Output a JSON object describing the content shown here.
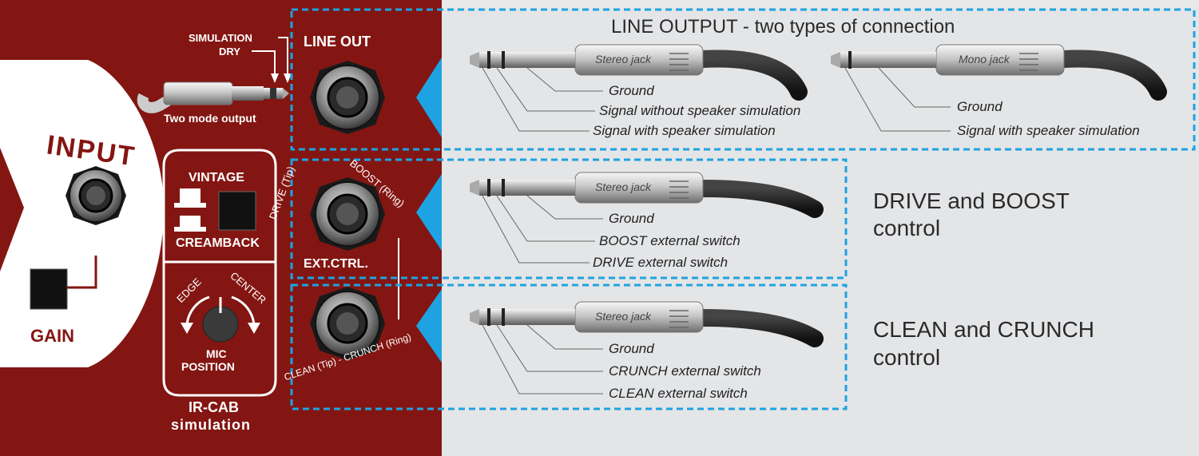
{
  "panel": {
    "input_label": "INPUT",
    "gain_label": "GAIN",
    "two_mode_label": "Two mode output",
    "simulation_label": "SIMULATION",
    "dry_label": "DRY",
    "line_out_label": "LINE OUT",
    "vintage_label": "VINTAGE",
    "creamback_label": "CREAMBACK",
    "edge_label": "EDGE",
    "center_label": "CENTER",
    "mic_label": "MIC",
    "position_label": "POSITION",
    "ircab_label": "IR-CAB",
    "simulation2_label": "simulation",
    "drive_tip_label": "DRIVE (Tip)",
    "boost_ring_label": "BOOST (Ring)",
    "ext_ctrl_label": "EXT.CTRL.",
    "clean_crunch_label": "CLEAN (Tip) - CRUNCH (Ring)"
  },
  "line_output": {
    "title": "LINE OUTPUT - two types of connection",
    "stereo_jack": "Stereo jack",
    "mono_jack": "Mono jack",
    "stereo_labels": [
      "Ground",
      "Signal without speaker simulation",
      "Signal with speaker simulation"
    ],
    "mono_labels": [
      "Ground",
      "Signal with speaker simulation"
    ]
  },
  "drive_boost": {
    "jack": "Stereo jack",
    "labels": [
      "Ground",
      "BOOST external switch",
      "DRIVE external switch"
    ],
    "title_line1": "DRIVE and BOOST",
    "title_line2": "control"
  },
  "clean_crunch": {
    "jack": "Stereo jack",
    "labels": [
      "Ground",
      "CRUNCH external switch",
      "CLEAN external switch"
    ],
    "title_line1": "CLEAN and CRUNCH",
    "title_line2": "control"
  },
  "colors": {
    "panel_red": "#831612",
    "dashed_blue": "#1ea3e2",
    "arrow_blue": "#1ea3e2",
    "background": "#e4e5e7"
  }
}
